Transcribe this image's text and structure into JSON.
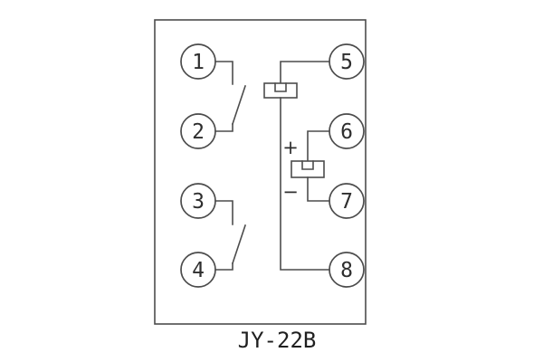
{
  "title": "JY-22B",
  "terminals": {
    "left": [
      "1",
      "2",
      "3",
      "4"
    ],
    "right": [
      "5",
      "6",
      "7",
      "8"
    ]
  },
  "labels": {
    "plus": "+",
    "minus": "−"
  },
  "colors": {
    "line": "#4c4c4c",
    "text": "#2e2e2e",
    "background": "#ffffff"
  }
}
